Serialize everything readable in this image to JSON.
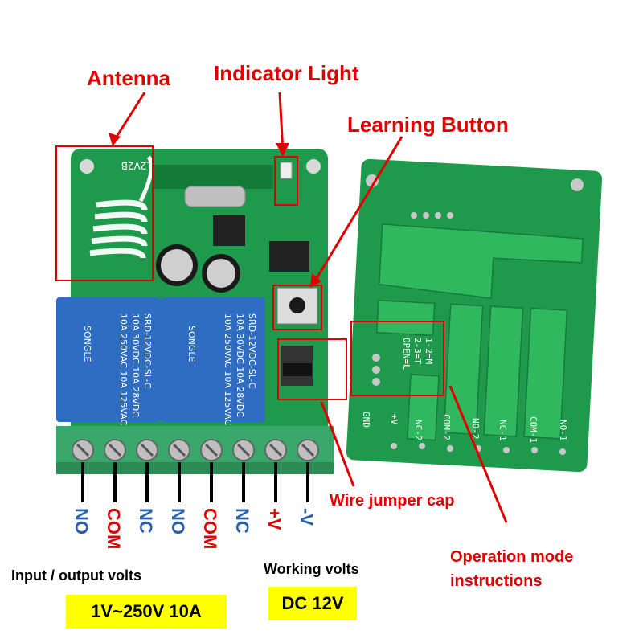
{
  "callouts": {
    "antenna": "Antenna",
    "indicator_light": "Indicator Light",
    "learning_button": "Learning Button",
    "wire_jumper_cap": "Wire jumper cap",
    "operation_mode_line1": "Operation mode",
    "operation_mode_line2": "instructions"
  },
  "terminals": [
    {
      "label": "NO",
      "color": "#2b5fa8"
    },
    {
      "label": "COM",
      "color": "#e00000"
    },
    {
      "label": "NC",
      "color": "#2b5fa8"
    },
    {
      "label": "NO",
      "color": "#2b5fa8"
    },
    {
      "label": "COM",
      "color": "#e00000"
    },
    {
      "label": "NC",
      "color": "#2b5fa8"
    },
    {
      "label": "+V",
      "color": "#e00000"
    },
    {
      "label": "-V",
      "color": "#2b5fa8"
    }
  ],
  "captions": {
    "input_output": "Input / output  volts",
    "working": "Working volts"
  },
  "specs": {
    "io_volts": "1V~250V  10A",
    "working_volts": "DC 12V"
  },
  "board": {
    "model": "12V2B",
    "relay_brand": "SONGLE",
    "relay_model": "SRD-12VDC-SL-C",
    "relay_rating1": "10A 250VAC  10A 125VAC",
    "relay_rating2": "10A 30VDC  10A 28VDC",
    "back_labels": [
      "GND",
      "+V",
      "NC-2",
      "COM-2",
      "NO-2",
      "NC-1",
      "COM-1",
      "NO-1"
    ],
    "mode_text": [
      "1-2=M",
      "2-3=T",
      "OPEN=L"
    ]
  },
  "colors": {
    "pcb": "#1f9a4c",
    "pcb_dark": "#157a3a",
    "relay": "#2f6dc2",
    "terminal_block": "#3aa86a",
    "callout": "#e00000",
    "highlight": "#ffff00"
  }
}
